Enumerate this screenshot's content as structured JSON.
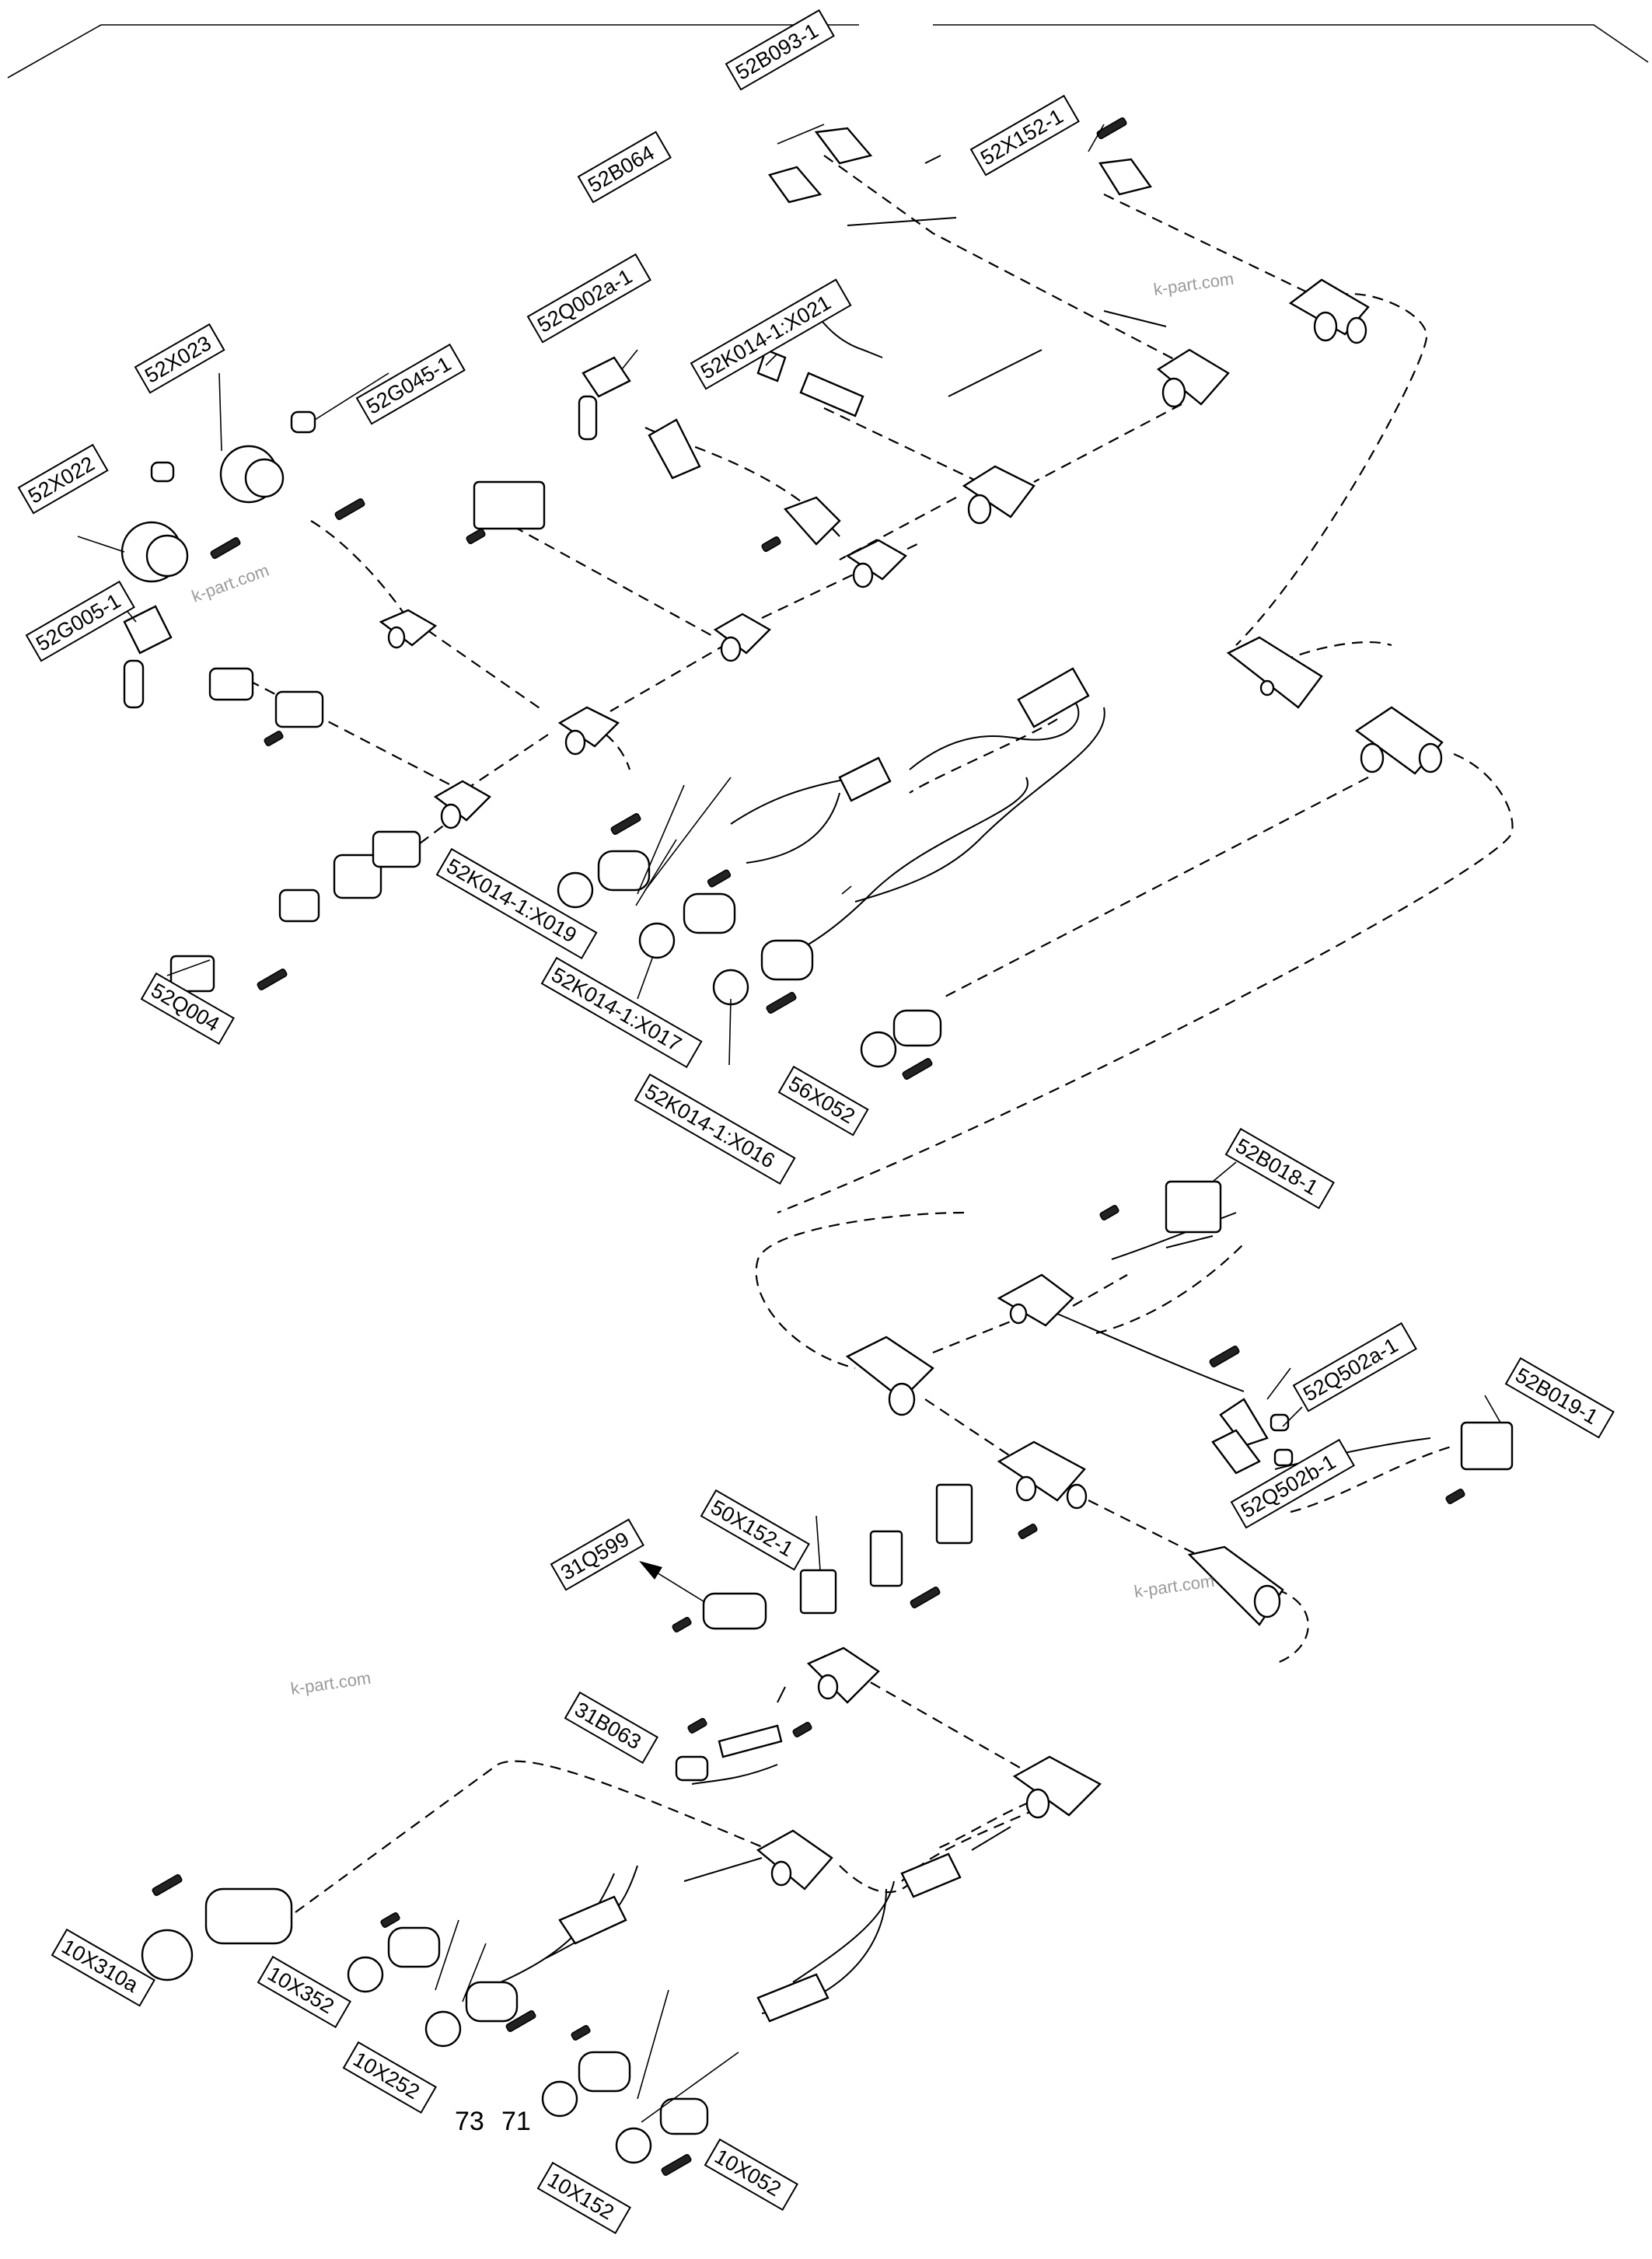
{
  "labels": [
    {
      "id": "52B093-1",
      "text": "52B093-1"
    },
    {
      "id": "52B064",
      "text": "52B064"
    },
    {
      "id": "52X152-1",
      "text": "52X152-1"
    },
    {
      "id": "52Q002a-1",
      "text": "52Q002a-1"
    },
    {
      "id": "52K014-1:X021",
      "text": "52K014-1:X021"
    },
    {
      "id": "52X023",
      "text": "52X023"
    },
    {
      "id": "52G045-1",
      "text": "52G045-1"
    },
    {
      "id": "52X022",
      "text": "52X022"
    },
    {
      "id": "52G005-1",
      "text": "52G005-1"
    },
    {
      "id": "52Q004",
      "text": "52Q004"
    },
    {
      "id": "52K014-1:X019",
      "text": "52K014-1:X019"
    },
    {
      "id": "52K014-1:X017",
      "text": "52K014-1:X017"
    },
    {
      "id": "52K014-1:X016",
      "text": "52K014-1:X016"
    },
    {
      "id": "56X052",
      "text": "56X052"
    },
    {
      "id": "52B018-1",
      "text": "52B018-1"
    },
    {
      "id": "52Q502a-1",
      "text": "52Q502a-1"
    },
    {
      "id": "52Q502b-1",
      "text": "52Q502b-1"
    },
    {
      "id": "52B019-1",
      "text": "52B019-1"
    },
    {
      "id": "50X152-1",
      "text": "50X152-1"
    },
    {
      "id": "31Q599",
      "text": "31Q599"
    },
    {
      "id": "31B063",
      "text": "31B063"
    },
    {
      "id": "10X310a",
      "text": "10X310a"
    },
    {
      "id": "10X352",
      "text": "10X352"
    },
    {
      "id": "10X252",
      "text": "10X252"
    },
    {
      "id": "10X152",
      "text": "10X152"
    },
    {
      "id": "10X052",
      "text": "10X052"
    }
  ],
  "callouts": {
    "left": "73",
    "right": "71"
  },
  "watermarks": [
    "k-part.com",
    "k-part.com",
    "k-part.com",
    "k-part.com"
  ]
}
